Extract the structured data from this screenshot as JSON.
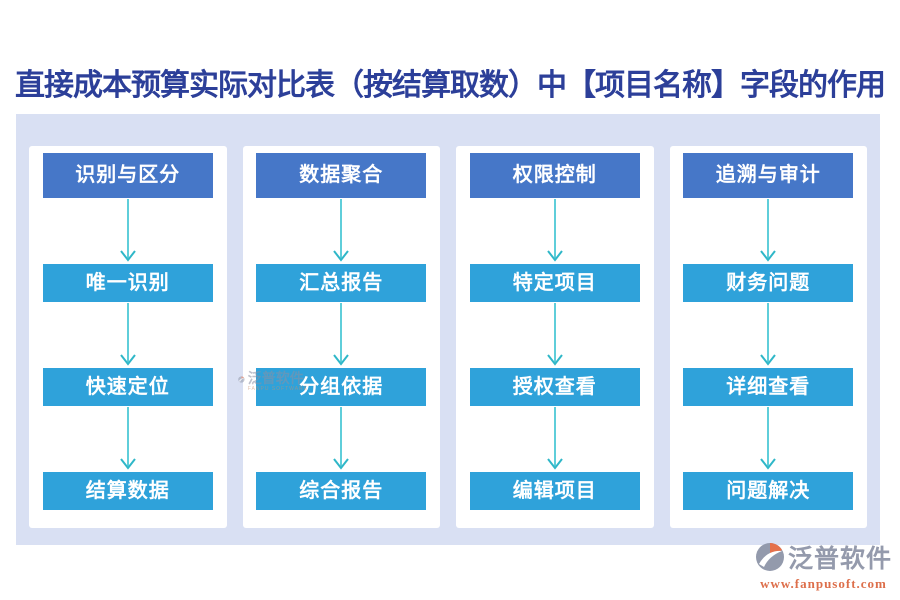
{
  "title": "直接成本预算实际对比表（按结算取数）中【项目名称】字段的作用",
  "colors": {
    "title_text": "#2C3F99",
    "panel_bg": "#D9E0F3",
    "card_bg": "#FFFFFF",
    "header_box": "#4677C8",
    "step_box": "#2FA2DA",
    "box_text": "#FFFFFF",
    "arrow": "#4AC6D4",
    "watermark_grey": "#949AAC",
    "url_orange": "#DD6F4B"
  },
  "columns": [
    {
      "steps": [
        "识别与区分",
        "唯一识别",
        "快速定位",
        "结算数据"
      ]
    },
    {
      "steps": [
        "数据聚合",
        "汇总报告",
        "分组依据",
        "综合报告"
      ]
    },
    {
      "steps": [
        "权限控制",
        "特定项目",
        "授权查看",
        "编辑项目"
      ]
    },
    {
      "steps": [
        "追溯与审计",
        "财务问题",
        "详细查看",
        "问题解决"
      ]
    }
  ],
  "watermark": {
    "brand": "泛普软件",
    "subtext": "FANPU SOFTWARE"
  },
  "footer_logo": {
    "brand": "泛普软件",
    "url": "www.fanpusoft.com"
  }
}
